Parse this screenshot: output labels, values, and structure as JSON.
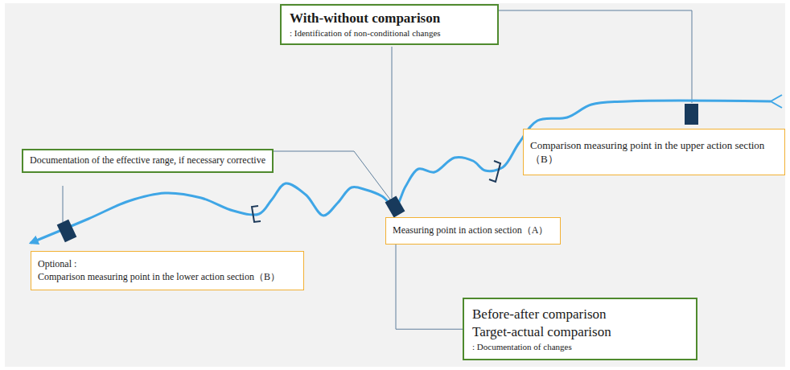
{
  "diagram": {
    "nodes": [
      {
        "text": [
          "With-without comparison",
          ": Identification of non-conditional changes"
        ]
      },
      {
        "text": [
          "Documentation of the effective range, if necessary corrective"
        ]
      },
      {
        "text": [
          "Comparison measuring point in the upper action section（B）"
        ]
      },
      {
        "text": [
          "Measuring point in action section（A）"
        ]
      },
      {
        "text": [
          "Optional :",
          "Comparison measuring point in the lower action section（B）"
        ]
      },
      {
        "text": [
          "Before-after comparison",
          "Target-actual comparison",
          ": Documentation of changes"
        ]
      }
    ],
    "edges": [
      {
        "from": 3,
        "to": 5,
        "arrow": "none"
      }
    ]
  }
}
